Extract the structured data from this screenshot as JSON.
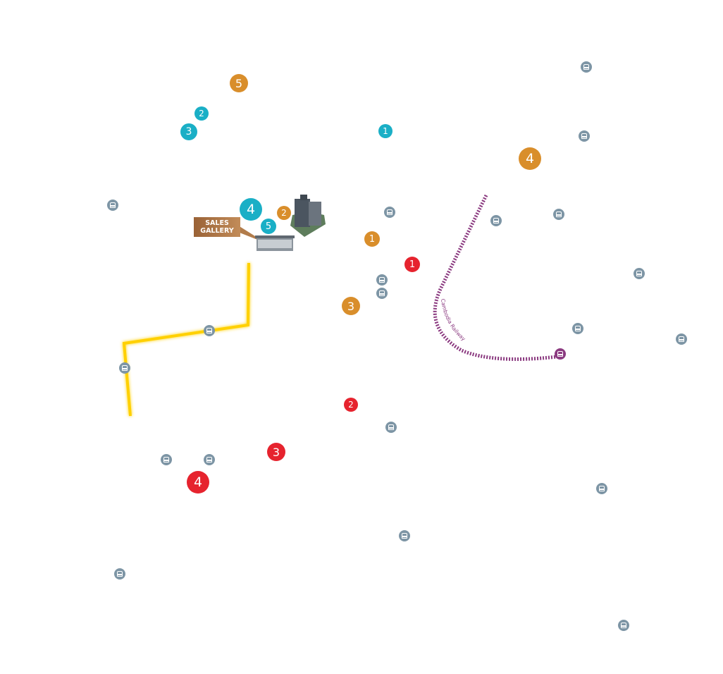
{
  "colors": {
    "teal": "#1AAFC6",
    "orange": "#D98E2B",
    "red": "#E6232E",
    "bus": "#7D95A5",
    "rail": "#8B3A80",
    "line": "#FFD000"
  },
  "sales_gallery": {
    "line1": "SALES",
    "line2": "GALLERY"
  },
  "railway": {
    "label": "Cambodia Railway"
  },
  "markers": [
    {
      "category": "orange",
      "number": "5"
    },
    {
      "category": "orange",
      "number": "4"
    },
    {
      "category": "orange",
      "number": "2"
    },
    {
      "category": "orange",
      "number": "1"
    },
    {
      "category": "orange",
      "number": "3"
    },
    {
      "category": "teal",
      "number": "2"
    },
    {
      "category": "teal",
      "number": "3"
    },
    {
      "category": "teal",
      "number": "1"
    },
    {
      "category": "teal",
      "number": "4"
    },
    {
      "category": "teal",
      "number": "5"
    },
    {
      "category": "red",
      "number": "1"
    },
    {
      "category": "red",
      "number": "2"
    },
    {
      "category": "red",
      "number": "3"
    },
    {
      "category": "red",
      "number": "4"
    }
  ],
  "icons": {
    "bus_stop": "bus-stop-icon",
    "train_station": "train-station-icon"
  }
}
